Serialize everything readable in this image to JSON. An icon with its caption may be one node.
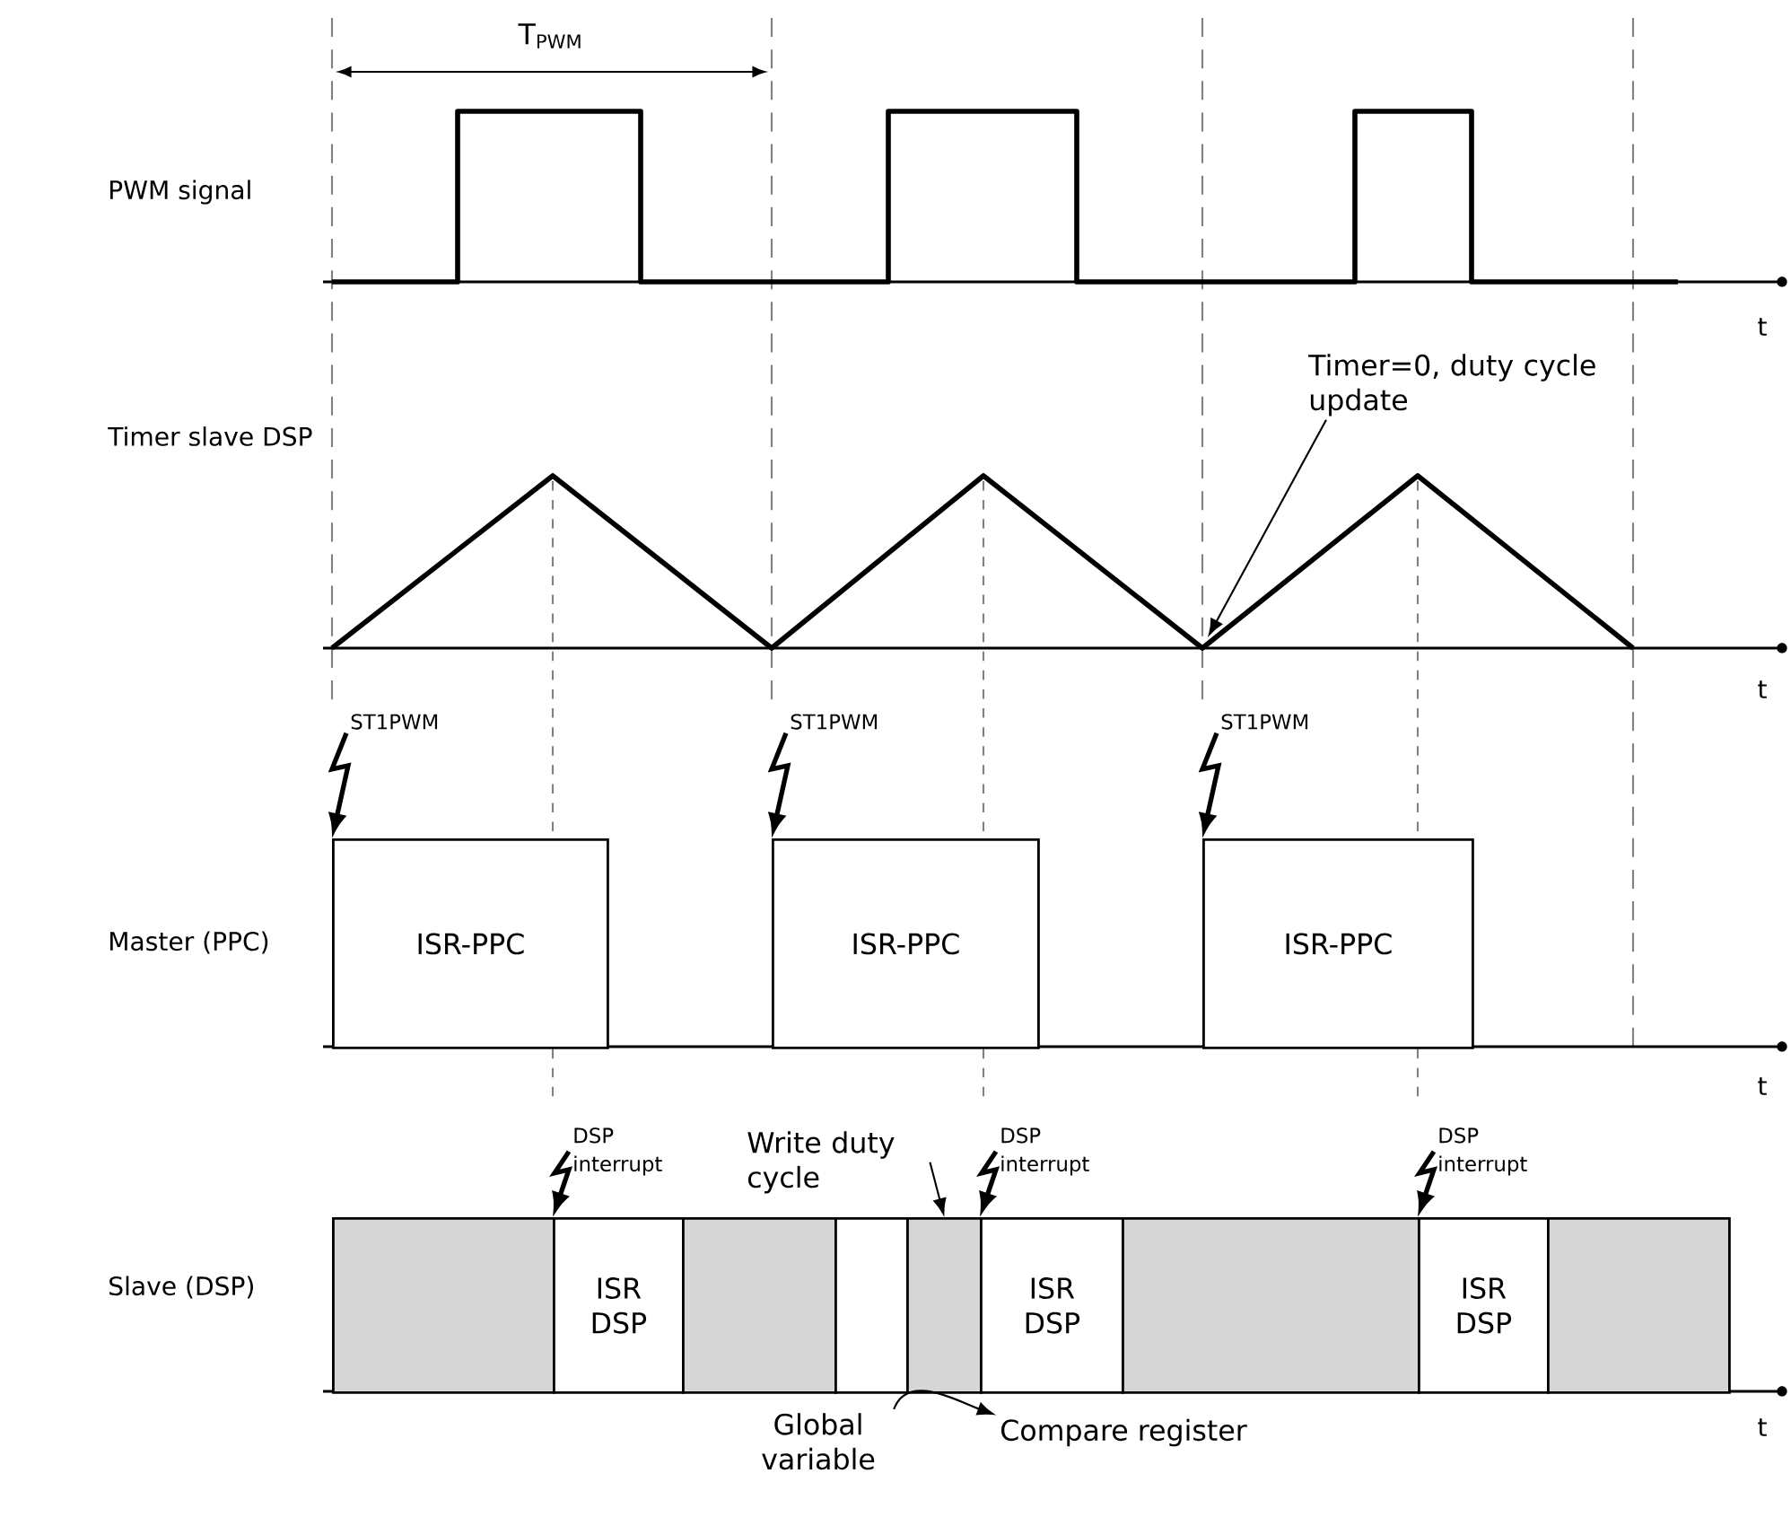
{
  "diagram": {
    "nodes": [
      {
        "text": [
          "Timer=0, duty cycle update"
        ]
      },
      {
        "text": [
          "ST1PWM"
        ]
      },
      {
        "text": [
          "ST1PWM"
        ]
      },
      {
        "text": [
          "ST1PWM"
        ]
      },
      {
        "text": [
          "ISR-PPC"
        ]
      },
      {
        "text": [
          "ISR-PPC"
        ]
      },
      {
        "text": [
          "ISR-PPC"
        ]
      },
      {
        "text": [
          "DSP interrupt"
        ]
      },
      {
        "text": [
          "Write duty cycle"
        ]
      },
      {
        "text": [
          "DSP interrupt"
        ]
      },
      {
        "text": [
          "DSP interrupt"
        ]
      },
      {
        "text": [],
        "shape": "box"
      },
      {
        "text": [
          "ISR DSP"
        ]
      },
      {
        "text": [],
        "shape": "box"
      },
      {
        "text": [],
        "shape": "box"
      },
      {
        "text": [],
        "shape": "box"
      },
      {
        "text": [
          "ISR DSP"
        ]
      },
      {
        "text": [],
        "shape": "box"
      },
      {
        "text": [
          "ISR DSP"
        ]
      },
      {
        "text": [],
        "shape": "box"
      },
      {
        "text": [
          "Global variable"
        ]
      },
      {
        "text": [
          "Compare register"
        ]
      }
    ],
    "edges": [
      {
        "from": 0,
        "to": null,
        "arrow": "to"
      },
      {
        "from": 1,
        "to": 4,
        "arrow": "to"
      },
      {
        "from": 2,
        "to": 5,
        "arrow": "to"
      },
      {
        "from": 3,
        "to": 6,
        "arrow": "to"
      },
      {
        "from": 7,
        "to": 12,
        "arrow": "to"
      },
      {
        "from": 8,
        "to": 15,
        "arrow": "to"
      },
      {
        "from": 9,
        "to": 16,
        "arrow": "to"
      },
      {
        "from": 10,
        "to": 18,
        "arrow": "to"
      },
      {
        "from": 20,
        "to": 21,
        "arrow": "to"
      }
    ],
    "labels": [
      "T$_{PWM}$",
      "PWM signal",
      "t",
      "Timer slave DSP",
      "t",
      "Master (PPC)",
      "t",
      "Slave (DSP)",
      "t"
    ]
  }
}
